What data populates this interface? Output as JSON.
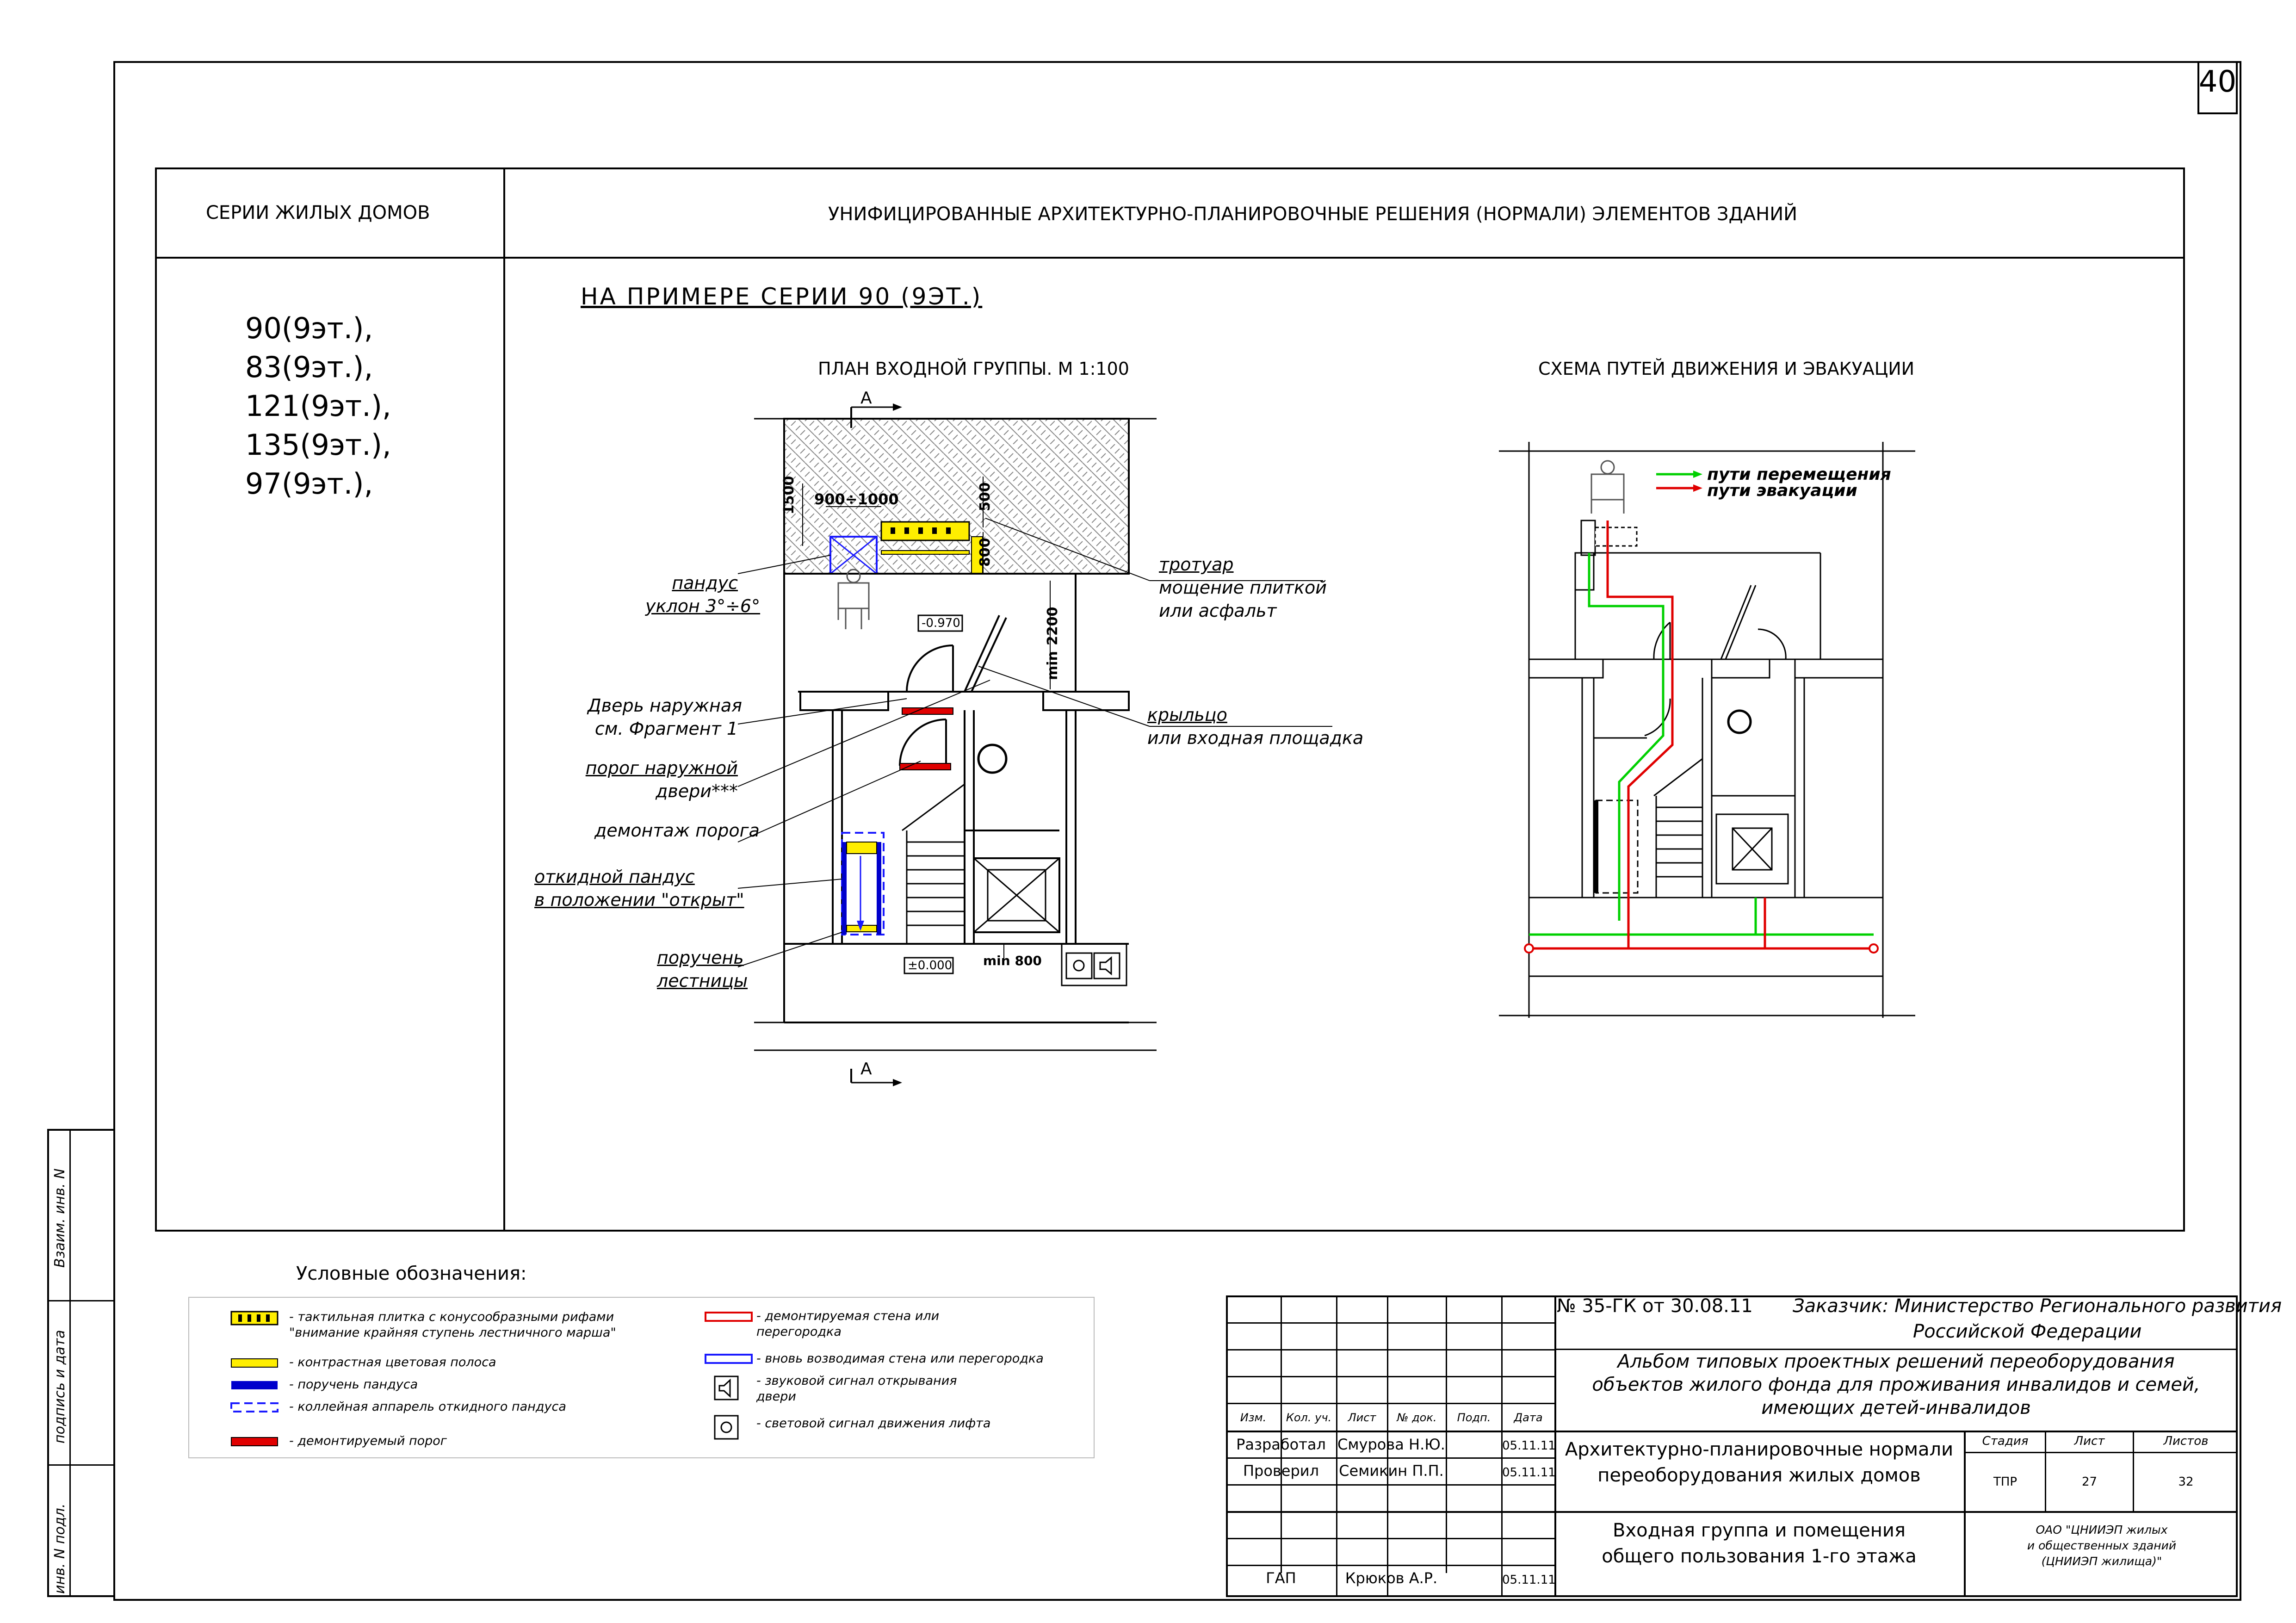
{
  "sheet": {
    "page_number": "40"
  },
  "header": {
    "left_title": "СЕРИИ ЖИЛЫХ ДОМОВ",
    "right_title": "УНИФИЦИРОВАННЫЕ АРХИТЕКТУРНО-ПЛАНИРОВОЧНЫЕ РЕШЕНИЯ (НОРМАЛИ) ЭЛЕМЕНТОВ ЗДАНИЙ"
  },
  "series": [
    "90(9эт.),",
    "83(9эт.),",
    "121(9эт.),",
    "135(9эт.),",
    "97(9эт.),"
  ],
  "example_title": "НА ПРИМЕРЕ СЕРИИ 90 (9ЭТ.)",
  "plan": {
    "title": "ПЛАН ВХОДНОЙ ГРУППЫ. М 1:100",
    "section_mark": "А",
    "dims": {
      "d1500": "1500",
      "d900_1000": "900÷1000",
      "d500": "500",
      "d800": "800",
      "d2200": "2200",
      "min": "min",
      "min800": "min 800"
    },
    "levels": {
      "l1": "-0.970",
      "l2": "±0.000"
    },
    "labels": {
      "ramp_1": "пандус",
      "ramp_2": "уклон 3°÷6°",
      "door_1": "Дверь наружная",
      "door_2": "см. Фрагмент 1",
      "threshold_1": "порог наружной",
      "threshold_2": "двери***",
      "dismantle": "демонтаж порога",
      "fold_ramp_1": "откидной пандус",
      "fold_ramp_2": "в положении \"открыт\"",
      "handrail_1": "поручень",
      "handrail_2": "лестницы",
      "sidewalk_1": "тротуар",
      "sidewalk_2": "мощение плиткой",
      "sidewalk_3": "или асфальт",
      "porch_1": "крыльцо",
      "porch_2": "или входная площадка"
    }
  },
  "scheme": {
    "title": "СХЕМА ПУТЕЙ ДВИЖЕНИЯ И ЭВАКУАЦИИ",
    "legend_move": "пути перемещения",
    "legend_evac": "пути эвакуации",
    "move_color": "#00d000",
    "evac_color": "#e00000"
  },
  "legend": {
    "title": "Условные обозначения:",
    "items_left": [
      {
        "text1": "- тактильная плитка с конусообразными рифами",
        "text2": "\"внимание крайняя ступень лестничного марша\""
      },
      {
        "text1": "- контрастная цветовая полоса",
        "text2": ""
      },
      {
        "text1": "- поручень пандуса",
        "text2": ""
      },
      {
        "text1": "- коллейная аппарель откидного пандуса",
        "text2": ""
      },
      {
        "text1": "- демонтируемый порог",
        "text2": ""
      }
    ],
    "items_right": [
      {
        "text1": "- демонтируемая стена или",
        "text2": "перегородка"
      },
      {
        "text1": "- вновь возводимая стена или перегородка",
        "text2": ""
      },
      {
        "text1": "- звуковой сигнал открывания",
        "text2": "двери"
      },
      {
        "text1": "- световой сигнал движения лифта",
        "text2": ""
      }
    ]
  },
  "side": {
    "s1": "Взаим. инв. N",
    "s2": "подпись и дата",
    "s3": "инв. N подл."
  },
  "titleblock": {
    "contract": "№ 35-ГК от 30.08.11",
    "customer_1": "Заказчик: Министерство Регионального развития",
    "customer_2": "Российской Федерации",
    "album_1": "Альбом типовых проектных решений переоборудования",
    "album_2": "объектов жилого фонда для проживания инвалидов и семей,",
    "album_3": "имеющих детей-инвалидов",
    "col_izm": "Изм.",
    "col_kol": "Кол. уч.",
    "col_list": "Лист",
    "col_doc": "№ док.",
    "col_podp": "Подп.",
    "col_data": "Дата",
    "r1_role": "Разработал",
    "r1_name": "Смурова Н.Ю.",
    "r1_date": "05.11.11",
    "r2_role": "Проверил",
    "r2_name": "Семикин П.П.",
    "r2_date": "05.11.11",
    "r3_role": "ГАП",
    "r3_name": "Крюков А.Р.",
    "r3_date": "05.11.11",
    "doc_title_1": "Архитектурно-планировочные нормали",
    "doc_title_2": "переоборудования жилых домов",
    "stage_h": "Стадия",
    "list_h": "Лист",
    "lists_h": "Листов",
    "stage_v": "ТПР",
    "list_v": "27",
    "lists_v": "32",
    "sheet_title_1": "Входная группа и помещения",
    "sheet_title_2": "общего пользования 1-го этажа",
    "org_1": "ОАО \"ЦНИИЭП жилых",
    "org_2": "и общественных зданий",
    "org_3": "(ЦНИИЭП жилища)\""
  }
}
